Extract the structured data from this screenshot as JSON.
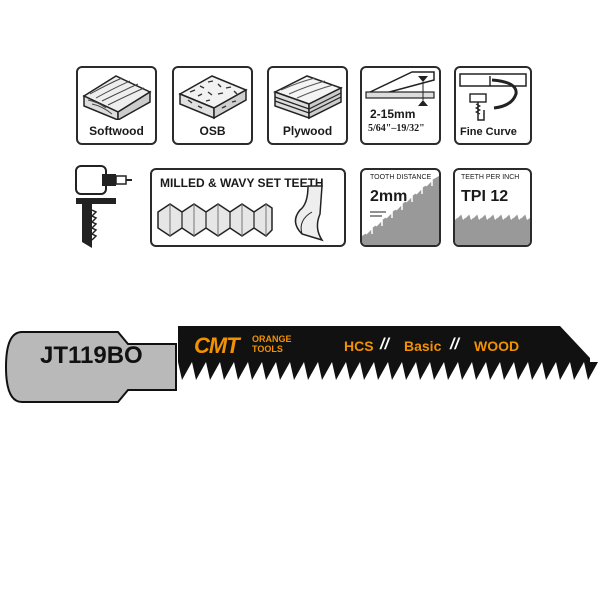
{
  "materials": [
    {
      "label": "Softwood",
      "icon": "softwood-icon"
    },
    {
      "label": "OSB",
      "icon": "osb-icon"
    },
    {
      "label": "Plywood",
      "icon": "plywood-icon"
    }
  ],
  "cut_depth": {
    "range_mm": "2-15mm",
    "range_in": "5/64\"–19/32\"",
    "icon": "cut-depth-icon"
  },
  "cut_type": {
    "label": "Fine Curve",
    "icon": "fine-curve-icon"
  },
  "teeth": {
    "label": "MILLED & WAVY SET TEETH",
    "icon": "wavy-teeth-icon"
  },
  "tooth_distance": {
    "title": "TOOTH DISTANCE",
    "value": "2mm"
  },
  "tpi": {
    "title": "TEETH PER INCH",
    "value": "TPI 12"
  },
  "blade": {
    "code": "JT119BO",
    "brand": "CMT",
    "brand_sub_1": "ORANGE",
    "brand_sub_2": "TOOLS",
    "tags": [
      "HCS",
      "Basic",
      "WOOD"
    ],
    "separator": "//"
  },
  "colors": {
    "accent": "#f39200",
    "blade_black": "#111111",
    "shank_gray": "#b9b9b9"
  }
}
